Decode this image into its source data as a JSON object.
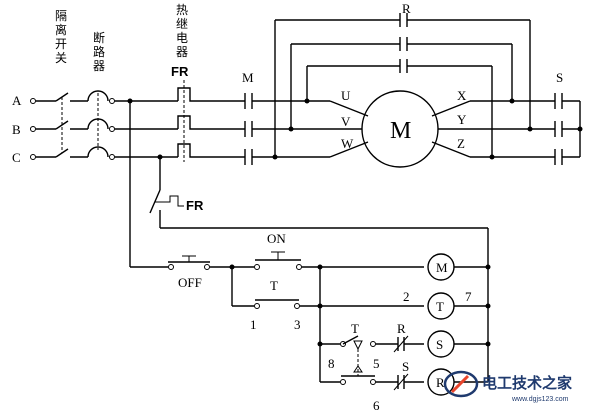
{
  "labels": {
    "isolator": [
      "隔",
      "离",
      "开",
      "关"
    ],
    "breaker": [
      "断",
      "路",
      "器"
    ],
    "thermal": [
      "热",
      "继",
      "电",
      "器"
    ],
    "fr_top": "FR",
    "fr_aux": "FR",
    "phase_a": "A",
    "phase_b": "B",
    "phase_c": "C",
    "contact_m": "M",
    "contact_r": "R",
    "contact_s": "S",
    "motor": "M",
    "term_u": "U",
    "term_v": "V",
    "term_w": "W",
    "term_x": "X",
    "term_y": "Y",
    "term_z": "Z",
    "btn_on": "ON",
    "btn_off": "OFF",
    "contact_t": "T",
    "timer_t": "T",
    "contact_r2": "R",
    "contact_s2": "S",
    "node_1": "1",
    "node_2": "2",
    "node_3": "3",
    "node_5": "5",
    "node_6": "6",
    "node_7": "7",
    "node_8": "8",
    "coil_m": "M",
    "coil_t": "T",
    "coil_s": "S",
    "coil_r": "R"
  },
  "watermark": {
    "title": "电工技术之家",
    "url": "www.dgjs123.com",
    "color": "#1f3a6e",
    "accent": "#e8452c"
  }
}
